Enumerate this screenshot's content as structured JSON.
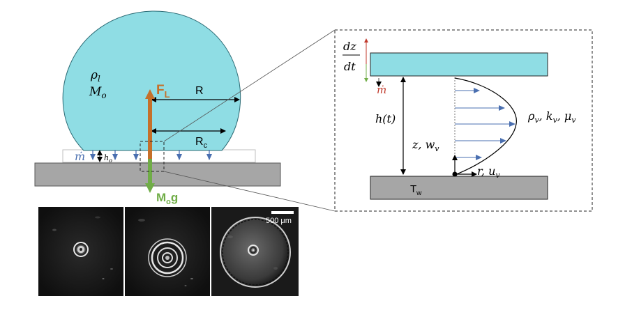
{
  "droplet": {
    "density_label": "ρ",
    "density_sub": "l",
    "mass_label": "M",
    "mass_sub": "o",
    "lift_label": "F",
    "lift_sub": "L",
    "radius_label": "R",
    "contact_radius_label": "R",
    "contact_radius_sub": "c",
    "evap_label": "ṁ",
    "gap_label": "h",
    "gap_sub": "o",
    "weight_label": "M",
    "weight_sub": "o",
    "weight_suffix": "g"
  },
  "inset": {
    "dz_num": "dz",
    "dz_den": "dt",
    "evap_label": "ṁ",
    "height_label": "h(t)",
    "z_label": "z, w",
    "z_sub": "v",
    "r_label": "r, u",
    "r_sub": "v",
    "props_label": "ρ",
    "props_rest": ", k",
    "props_mu": ", μ",
    "props_sub": "v",
    "wall_label": "T",
    "wall_sub": "w"
  },
  "micrographs": {
    "scale_bar": "500 μm"
  },
  "colors": {
    "droplet": "#8fdde4",
    "substrate": "#a6a6a6",
    "lift_arrow": "#c5702a",
    "weight_arrow": "#70ad47",
    "flow_arrow": "#4a6fb0",
    "evap_text": "#c0392b"
  }
}
